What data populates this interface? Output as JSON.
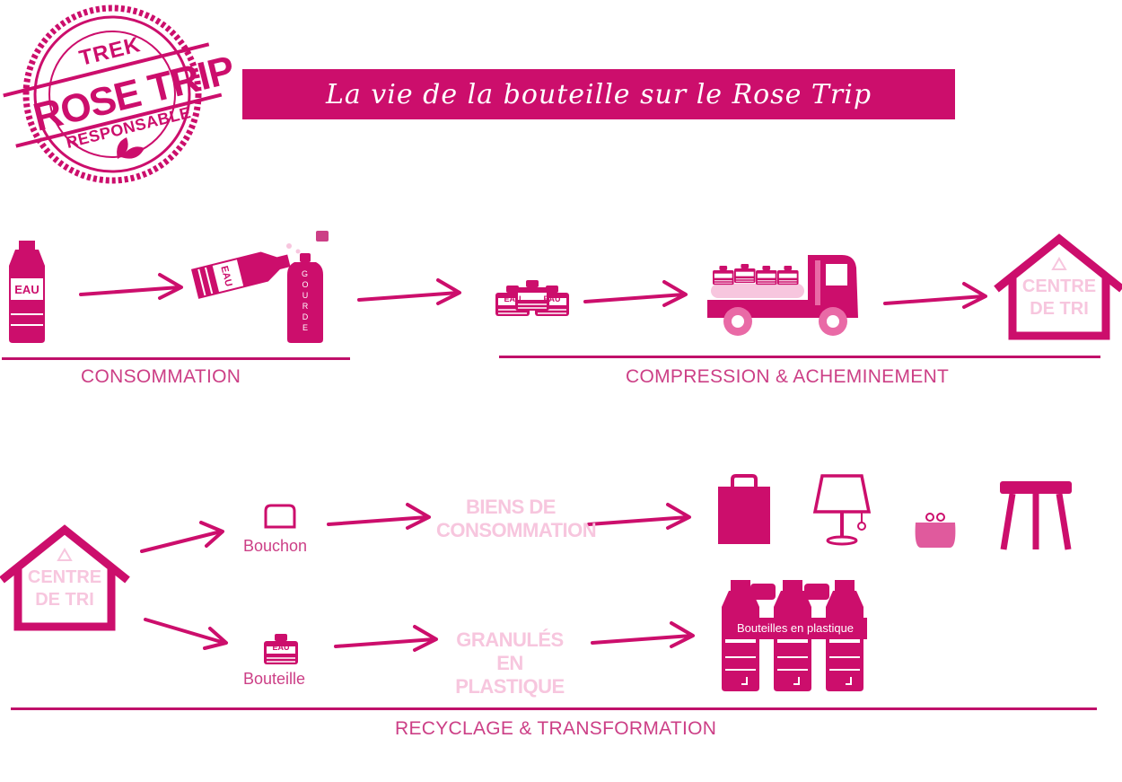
{
  "colors": {
    "primary": "#cc0e6c",
    "label": "#cc3f86",
    "pale": "#f7c6de",
    "light": "#f9d9e8"
  },
  "logo": {
    "top": "TREK",
    "middle": "ROSE TRIP",
    "bottom": "RESPONSABLE"
  },
  "title": "La vie de la bouteille sur le Rose Trip",
  "sections": {
    "consommation": "CONSOMMATION",
    "compression": "COMPRESSION & ACHEMINEMENT",
    "recyclage": "RECYCLAGE & TRANSFORMATION"
  },
  "bottle_text": "EAU",
  "gourde_text": "GOURDE",
  "centre_de_tri": {
    "line1": "CENTRE",
    "line2": "DE TRI"
  },
  "recycling": {
    "bouchon": "Bouchon",
    "bouteille": "Bouteille",
    "biens": {
      "line1": "BIENS DE",
      "line2": "CONSOMMATION"
    },
    "granules": {
      "line1": "GRANULÉS",
      "line2": "EN PLASTIQUE"
    },
    "bouteilles_plastique": "Bouteilles en plastique"
  },
  "icons": {
    "products": [
      "tote-bag-icon",
      "lamp-icon",
      "purse-icon",
      "stool-icon"
    ]
  }
}
